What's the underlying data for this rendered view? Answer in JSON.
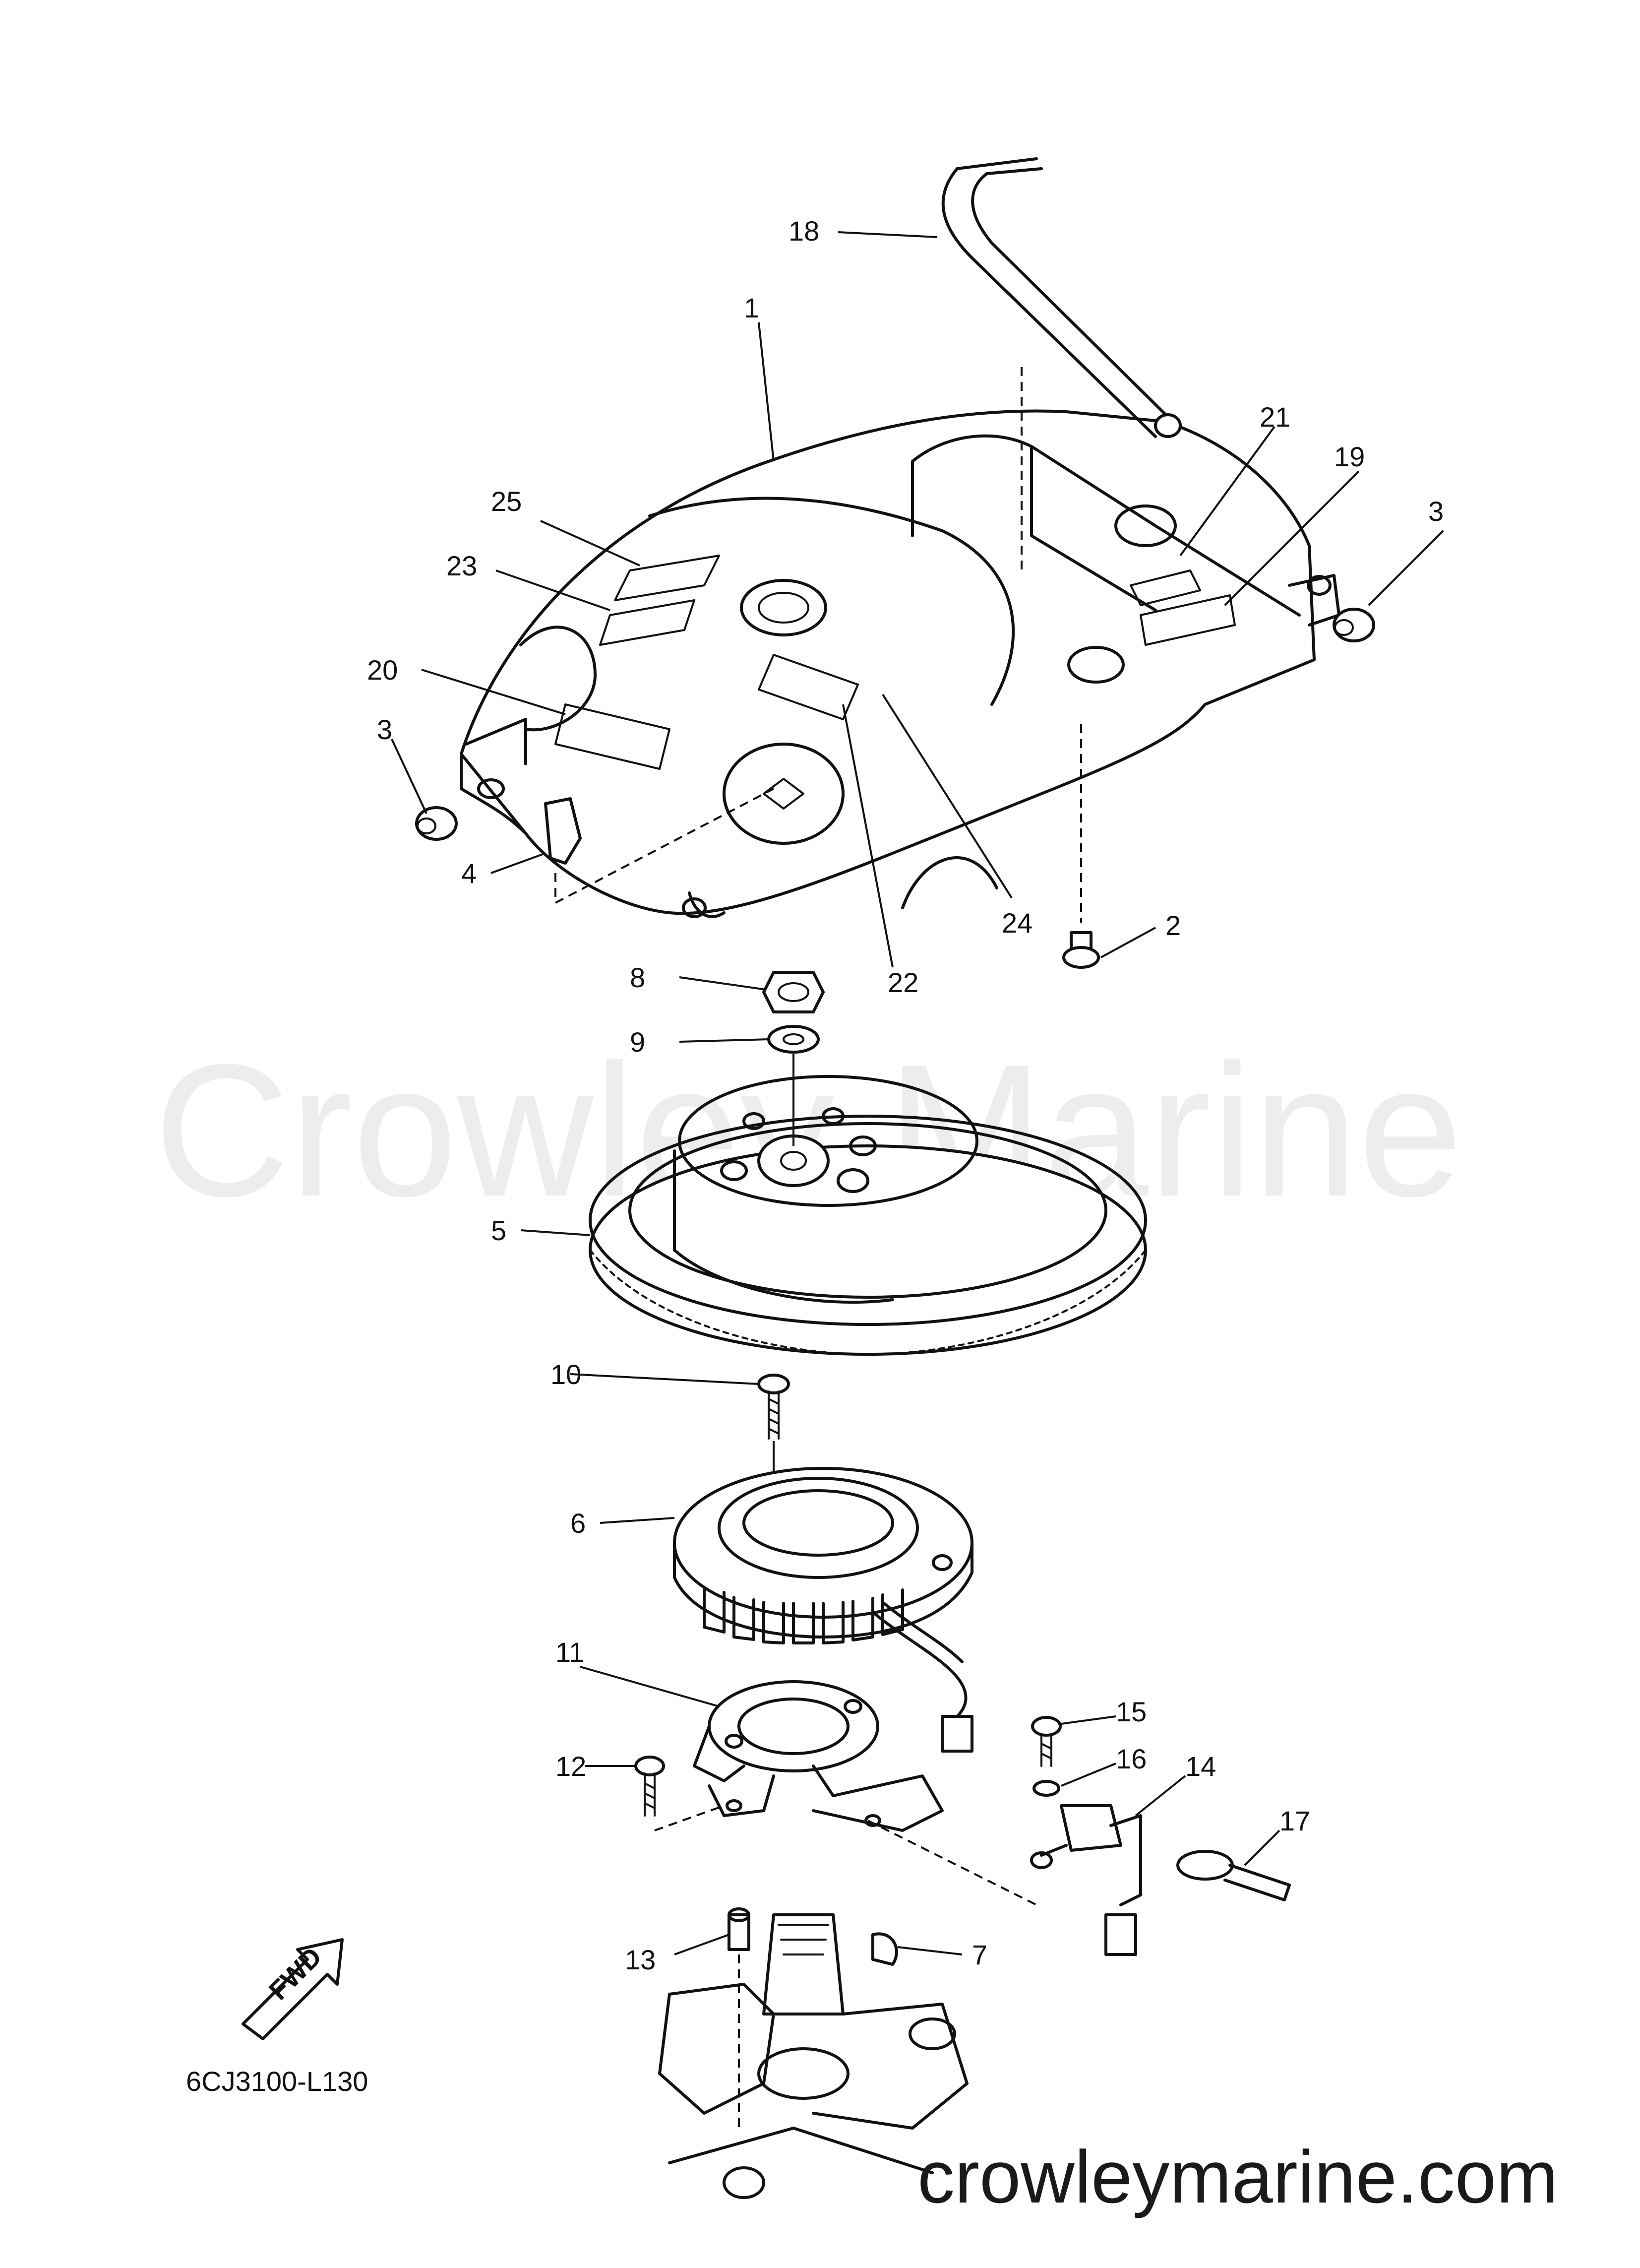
{
  "diagram": {
    "drawing_code": "6CJ3100-L130",
    "fwd_label": "FWD",
    "watermark": "Crowley Marine",
    "website": "crowleymarine.com",
    "callouts": [
      {
        "id": "c1",
        "label": "1"
      },
      {
        "id": "c2",
        "label": "2"
      },
      {
        "id": "c3a",
        "label": "3"
      },
      {
        "id": "c3b",
        "label": "3"
      },
      {
        "id": "c4",
        "label": "4"
      },
      {
        "id": "c5",
        "label": "5"
      },
      {
        "id": "c6",
        "label": "6"
      },
      {
        "id": "c7",
        "label": "7"
      },
      {
        "id": "c8",
        "label": "8"
      },
      {
        "id": "c9",
        "label": "9"
      },
      {
        "id": "c10",
        "label": "10"
      },
      {
        "id": "c11",
        "label": "11"
      },
      {
        "id": "c12",
        "label": "12"
      },
      {
        "id": "c13",
        "label": "13"
      },
      {
        "id": "c14",
        "label": "14"
      },
      {
        "id": "c15",
        "label": "15"
      },
      {
        "id": "c16",
        "label": "16"
      },
      {
        "id": "c17",
        "label": "17"
      },
      {
        "id": "c18",
        "label": "18"
      },
      {
        "id": "c19",
        "label": "19"
      },
      {
        "id": "c20",
        "label": "20"
      },
      {
        "id": "c21",
        "label": "21"
      },
      {
        "id": "c22",
        "label": "22"
      },
      {
        "id": "c23",
        "label": "23"
      },
      {
        "id": "c24",
        "label": "24"
      },
      {
        "id": "c25",
        "label": "25"
      }
    ]
  }
}
